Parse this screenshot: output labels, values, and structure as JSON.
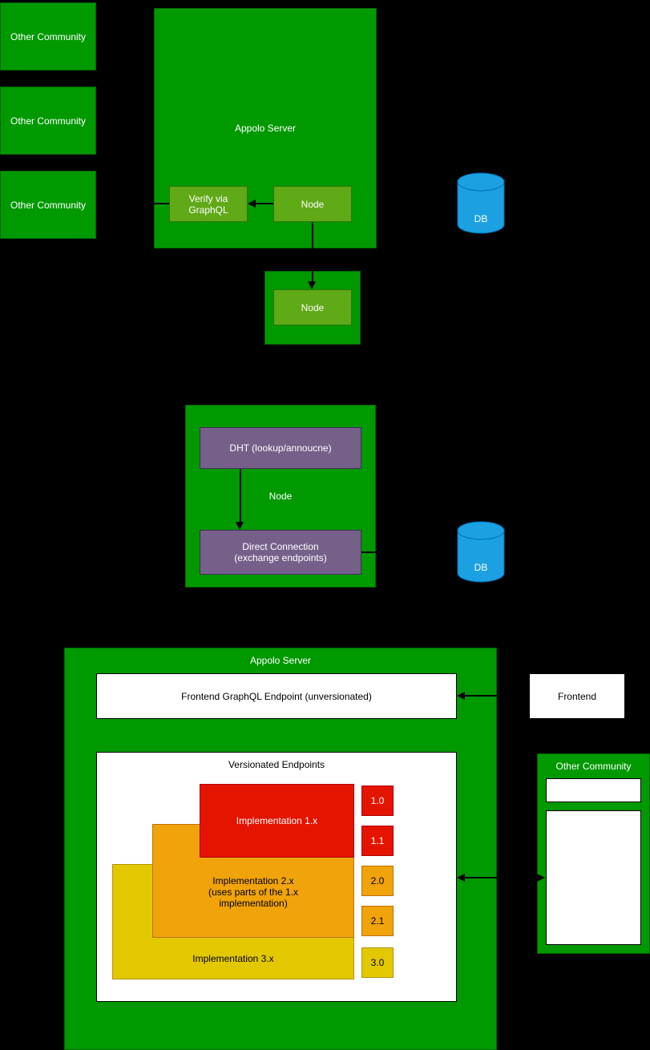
{
  "diagram": {
    "top": {
      "communities": [
        {
          "label": "Other Community"
        },
        {
          "label": "Other Community"
        },
        {
          "label": "Other Community"
        }
      ],
      "server": {
        "title": "Appolo Server",
        "verify_label": "Verify via\nGraphQL",
        "node_label": "Node"
      },
      "relay_node_label": "Node",
      "db_label": "DB"
    },
    "p2p": {
      "dht_label": "DHT (lookup/annoucne)",
      "node_label": "Node",
      "direct_label": "Direct Connection\n(exchange endpoints)",
      "db_label": "DB"
    },
    "bottom": {
      "server_title": "Appolo Server",
      "frontend_endpoint_label": "Frontend GraphQL Endpoint (unversionated)",
      "versionated_title": "Versionated Endpoints",
      "impl1_label": "Implementation 1.x",
      "impl2_label": "Implementation 2.x\n(uses parts of the 1.x\nimplementation)",
      "impl3_label": "Implementation 3.x",
      "versions": [
        {
          "label": "1.0",
          "color": "#E51400"
        },
        {
          "label": "1.1",
          "color": "#E51400"
        },
        {
          "label": "2.0",
          "color": "#F0A30A"
        },
        {
          "label": "2.1",
          "color": "#F0A30A"
        },
        {
          "label": "3.0",
          "color": "#E3C800"
        }
      ],
      "frontend_label": "Frontend",
      "community_title": "Other Community"
    },
    "colors": {
      "background": "#000000",
      "community_green": "#009900",
      "node_green": "#60A917",
      "purple": "#76608A",
      "db_blue": "#1BA1E2",
      "red": "#E51400",
      "orange": "#F0A30A",
      "yellow": "#E3C800"
    }
  }
}
